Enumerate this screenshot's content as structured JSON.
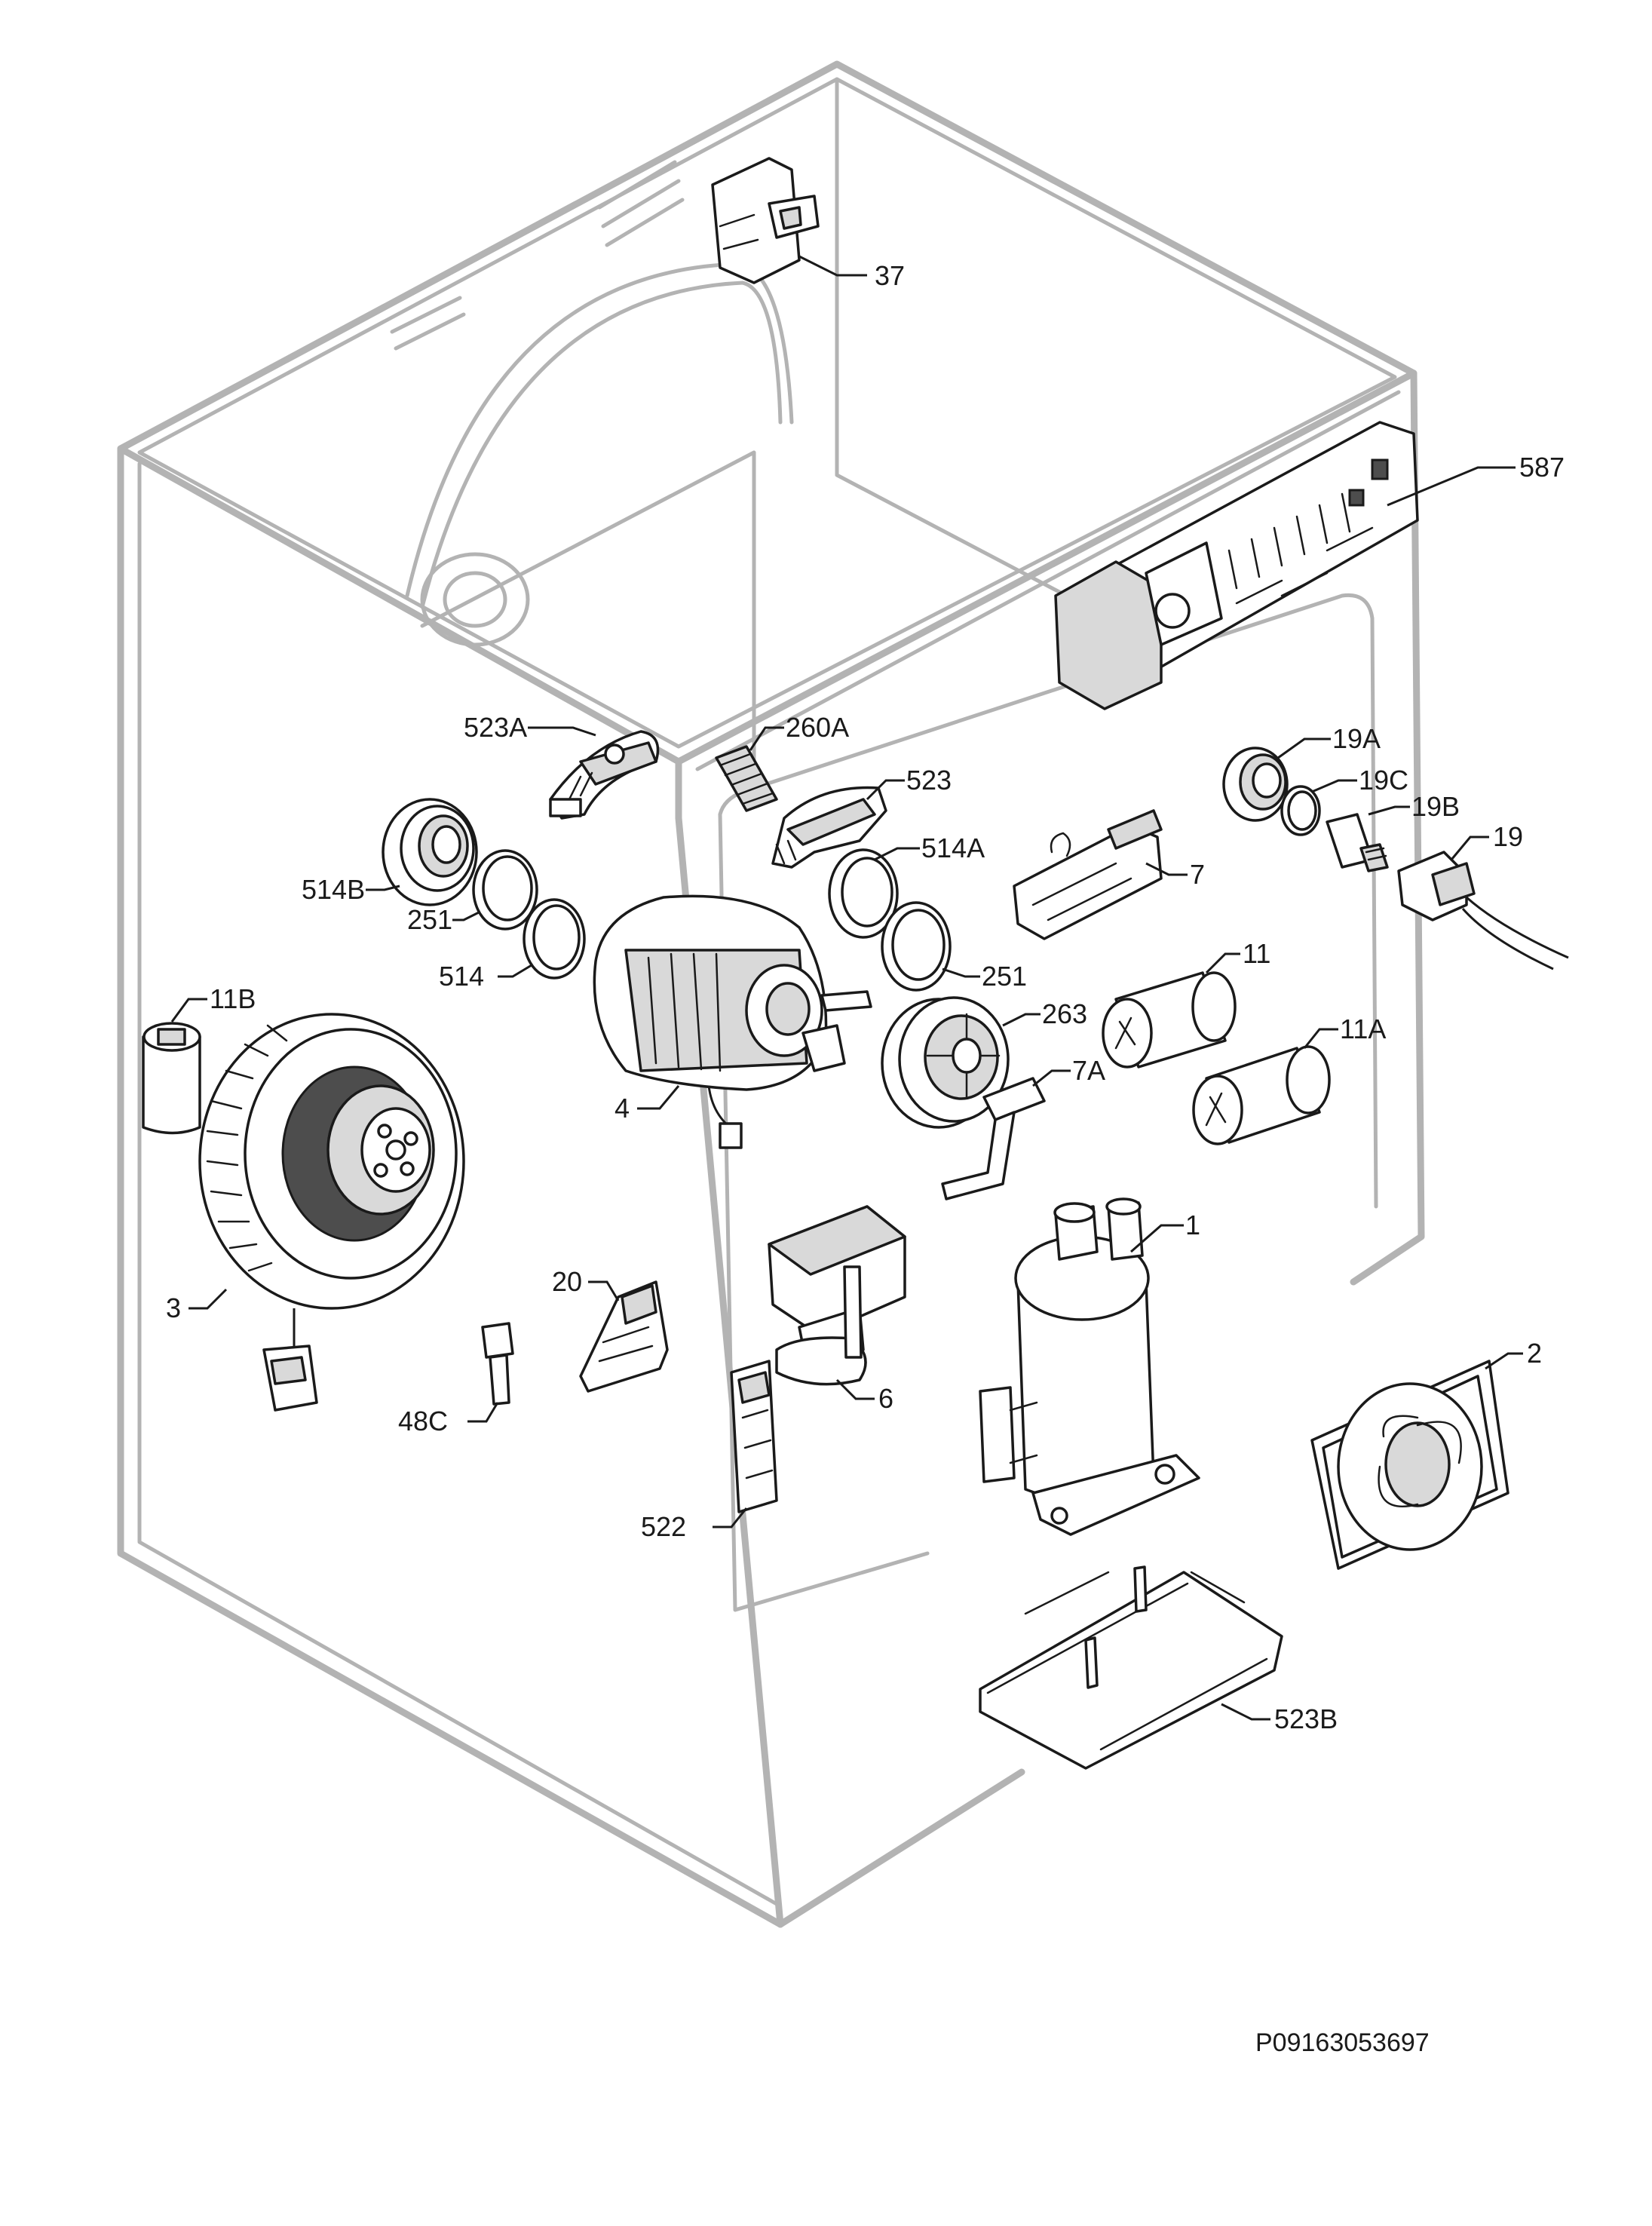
{
  "diagram": {
    "kind": "exploded parts diagram",
    "reference_code": "P09163053697",
    "callouts": {
      "c37": "37",
      "c587": "587",
      "c523A": "523A",
      "c260A": "260A",
      "c523": "523",
      "c19A": "19A",
      "c19C": "19C",
      "c19B": "19B",
      "c19": "19",
      "c514B": "514B",
      "c251a": "251",
      "c514": "514",
      "c514A": "514A",
      "c251b": "251",
      "c7": "7",
      "c11": "11",
      "c263": "263",
      "c11A": "11A",
      "c11B": "11B",
      "c7A": "7A",
      "c4": "4",
      "c1": "1",
      "c20": "20",
      "c3": "3",
      "c6": "6",
      "c2": "2",
      "c48C": "48C",
      "c522": "522",
      "c523B": "523B"
    },
    "colors": {
      "cabinet_outline": "#b3b3b3",
      "part_line": "#1a1a1a",
      "background": "#ffffff"
    }
  }
}
